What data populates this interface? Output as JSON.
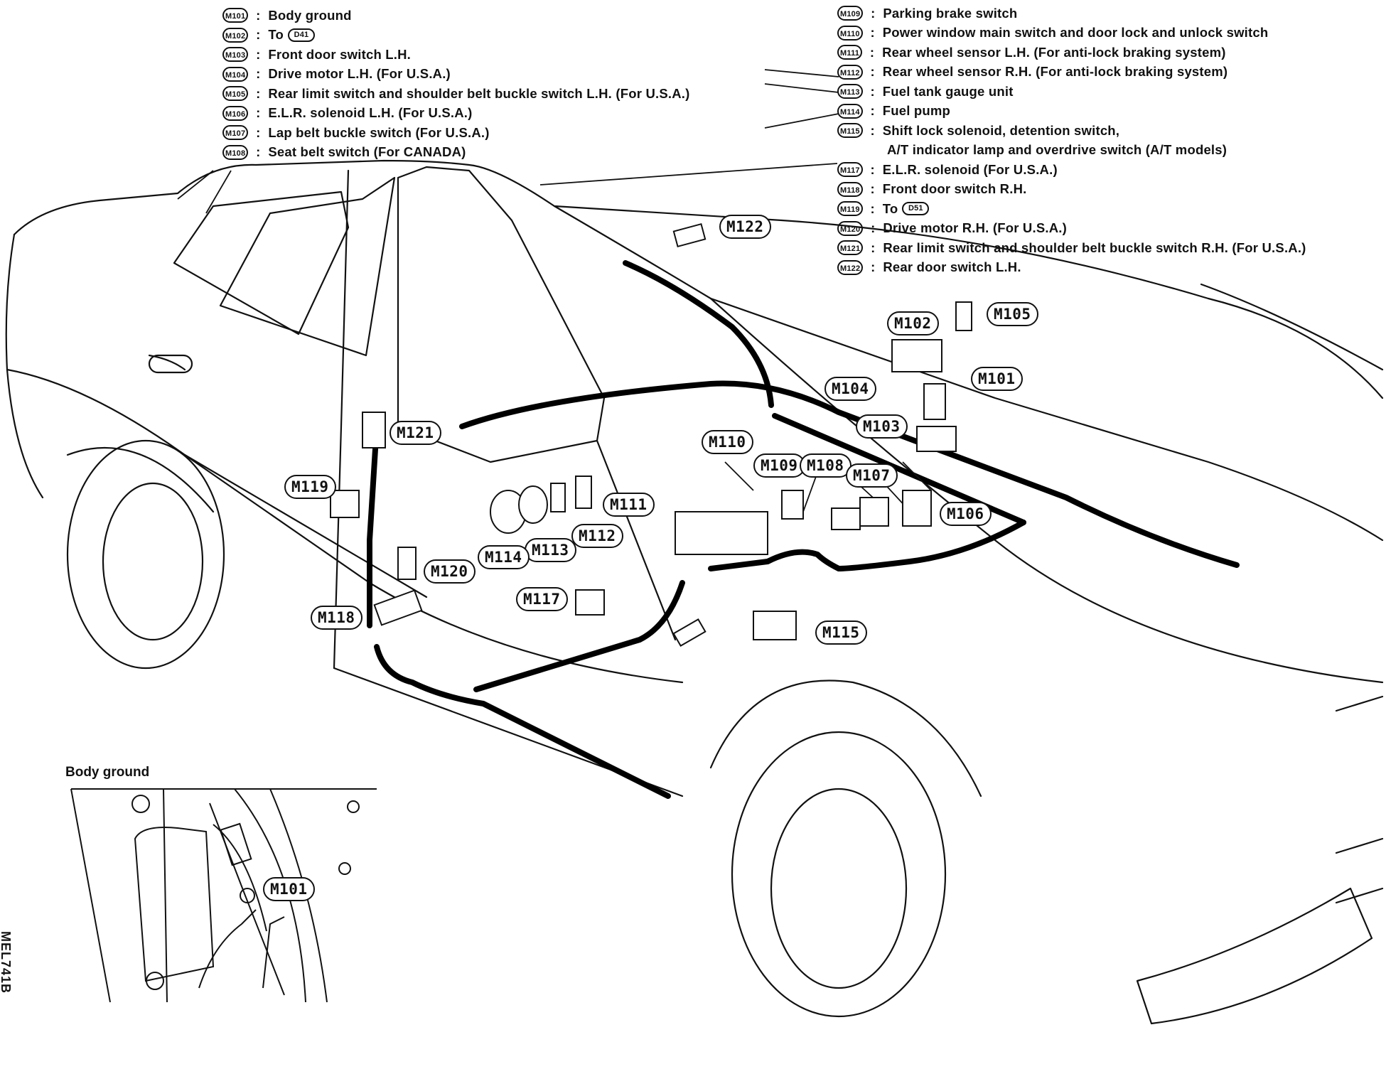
{
  "legend_left": [
    {
      "code": "M101",
      "text": "Body ground"
    },
    {
      "code": "M102",
      "text": "To",
      "ref": "D41"
    },
    {
      "code": "M103",
      "text": "Front door switch L.H."
    },
    {
      "code": "M104",
      "text": "Drive motor L.H. (For U.S.A.)"
    },
    {
      "code": "M105",
      "text": "Rear limit switch and shoulder belt buckle switch L.H. (For U.S.A.)"
    },
    {
      "code": "M106",
      "text": "E.L.R. solenoid L.H. (For U.S.A.)"
    },
    {
      "code": "M107",
      "text": "Lap belt buckle switch (For U.S.A.)"
    },
    {
      "code": "M108",
      "text": "Seat belt switch (For CANADA)"
    }
  ],
  "legend_right": [
    {
      "code": "M109",
      "text": "Parking brake switch"
    },
    {
      "code": "M110",
      "text": "Power window main switch and door lock and unlock switch"
    },
    {
      "code": "M111",
      "text": "Rear wheel sensor L.H. (For anti-lock braking system)"
    },
    {
      "code": "M112",
      "text": "Rear wheel sensor R.H. (For anti-lock braking system)"
    },
    {
      "code": "M113",
      "text": "Fuel tank gauge unit"
    },
    {
      "code": "M114",
      "text": "Fuel pump"
    },
    {
      "code": "M115",
      "text": "Shift lock solenoid, detention switch,",
      "cont": "A/T indicator lamp and overdrive switch (A/T models)"
    },
    {
      "code": "M117",
      "text": "E.L.R. solenoid (For U.S.A.)"
    },
    {
      "code": "M118",
      "text": "Front door switch R.H."
    },
    {
      "code": "M119",
      "text": "To",
      "ref": "D51"
    },
    {
      "code": "M120",
      "text": "Drive motor R.H. (For U.S.A.)"
    },
    {
      "code": "M121",
      "text": "Rear limit switch and shoulder belt buckle switch R.H. (For U.S.A.)"
    },
    {
      "code": "M122",
      "text": "Rear door switch L.H."
    }
  ],
  "callouts": {
    "m122": "M122",
    "m102": "M102",
    "m105": "M105",
    "m101": "M101",
    "m104": "M104",
    "m103": "M103",
    "m121": "M121",
    "m110": "M110",
    "m109": "M109",
    "m108": "M108",
    "m107": "M107",
    "m119": "M119",
    "m111": "M111",
    "m106": "M106",
    "m112": "M112",
    "m113": "M113",
    "m114": "M114",
    "m120": "M120",
    "m117": "M117",
    "m118": "M118",
    "m115": "M115",
    "inset_m101": "M101"
  },
  "inset_title": "Body ground",
  "reference_code": "MEL741B"
}
